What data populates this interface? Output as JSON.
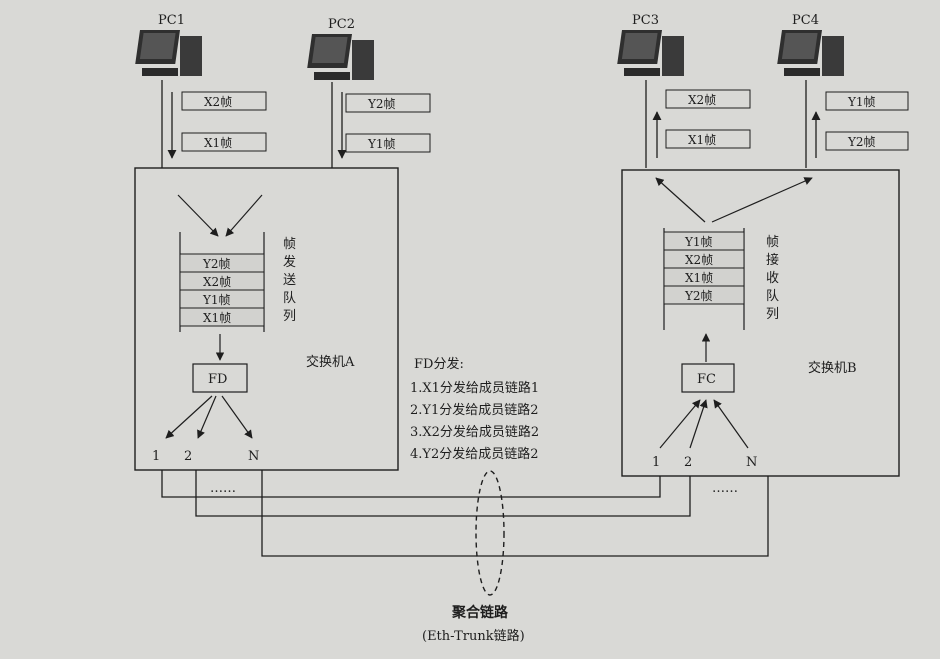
{
  "pcs": {
    "pc1": "PC1",
    "pc2": "PC2",
    "pc3": "PC3",
    "pc4": "PC4"
  },
  "frames": {
    "pc1": [
      "X2帧",
      "X1帧"
    ],
    "pc2": [
      "Y2帧",
      "Y1帧"
    ],
    "pc3": [
      "X2帧",
      "X1帧"
    ],
    "pc4": [
      "Y1帧",
      "Y2帧"
    ]
  },
  "switch_a": {
    "label": "交换机A",
    "queue_title": [
      "帧",
      "发",
      "送",
      "队",
      "列"
    ],
    "queue": [
      "Y2帧",
      "X2帧",
      "Y1帧",
      "X1帧"
    ],
    "fd": "FD",
    "ports": [
      "1",
      "2",
      "N"
    ],
    "dots": "……"
  },
  "switch_b": {
    "label": "交换机B",
    "queue_title": [
      "帧",
      "接",
      "收",
      "队",
      "列"
    ],
    "queue": [
      "Y1帧",
      "X2帧",
      "X1帧",
      "Y2帧"
    ],
    "fc": "FC",
    "ports": [
      "1",
      "2",
      "N"
    ],
    "dots": "……"
  },
  "fd_rules": {
    "title": "FD分发:",
    "items": [
      "1.X1分发给成员链路1",
      "2.Y1分发给成员链路2",
      "3.X2分发给成员链路2",
      "4.Y2分发给成员链路2"
    ]
  },
  "trunk": {
    "label": "聚合链路",
    "sublabel": "(Eth-Trunk链路)"
  },
  "colors": {
    "paper": "#d9d9d6",
    "ink": "#1e1e1e",
    "queue_fill": "#d2d2cf"
  }
}
